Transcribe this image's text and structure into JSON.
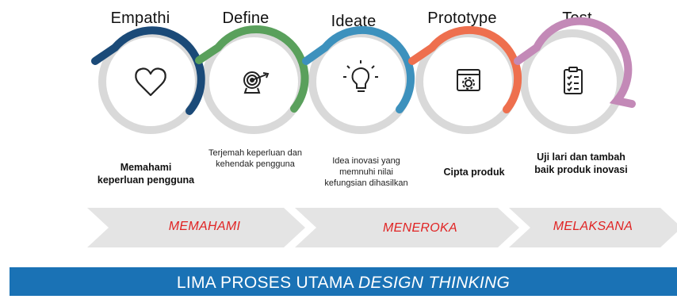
{
  "stages": [
    {
      "title": "Empathi",
      "description": "Memahami keperluan pengguna",
      "color": "#1b4a78",
      "icon": "heart-icon"
    },
    {
      "title": "Define",
      "description": "Terjemah keperluan dan kehendak pengguna",
      "color": "#5aa05c",
      "icon": "target-icon"
    },
    {
      "title": "Ideate",
      "description": "Idea inovasi yang memnuhi nilai kefungsian dihasilkan",
      "color": "#3d91bd",
      "icon": "lightbulb-icon"
    },
    {
      "title": "Prototype",
      "description": "Cipta produk",
      "color": "#ee6f4e",
      "icon": "browser-gear-icon"
    },
    {
      "title": "Test",
      "description": "Uji lari dan tambah baik produk inovasi",
      "color": "#c389b7",
      "icon": "checklist-icon"
    }
  ],
  "phases": [
    "MEMAHAMI",
    "MENEROKA",
    "MELAKSANA"
  ],
  "banner": {
    "main": "LIMA PROSES UTAMA ",
    "italic": "DESIGN THINKING"
  },
  "colors": {
    "banner": "#1a72b5",
    "phase_text": "#e02424",
    "chevron": "#e4e4e4",
    "ring_track": "#d9d9d9"
  }
}
